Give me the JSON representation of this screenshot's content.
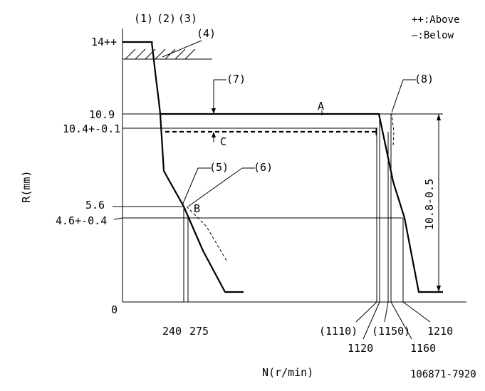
{
  "legend": {
    "above": "++:Above",
    "below": "—:Below"
  },
  "axes": {
    "x_label": "N(r/min)",
    "y_label": "R(mm)",
    "origin": "0"
  },
  "callouts": {
    "c1": "(1)",
    "c2": "(2)",
    "c3": "(3)",
    "c4": "(4)",
    "c5": "(5)",
    "c6": "(6)",
    "c7": "(7)",
    "c8": "(8)"
  },
  "points": {
    "a": "A",
    "b": "B",
    "c": "C"
  },
  "y_ticks": {
    "r14": "14++",
    "r10_9": "10.9",
    "r10_4": "10.4+-0.1",
    "r5_6": "5.6",
    "r4_6": "4.6+-0.4"
  },
  "x_ticks": {
    "n240": "240",
    "n275": "275",
    "n1110": "(1110)",
    "n1120": "1120",
    "n1150": "(1150)",
    "n1160": "1160",
    "n1210": "1210"
  },
  "dimension": {
    "stroke": "10.8-0.5"
  },
  "drawing_number": "106871-7920"
}
